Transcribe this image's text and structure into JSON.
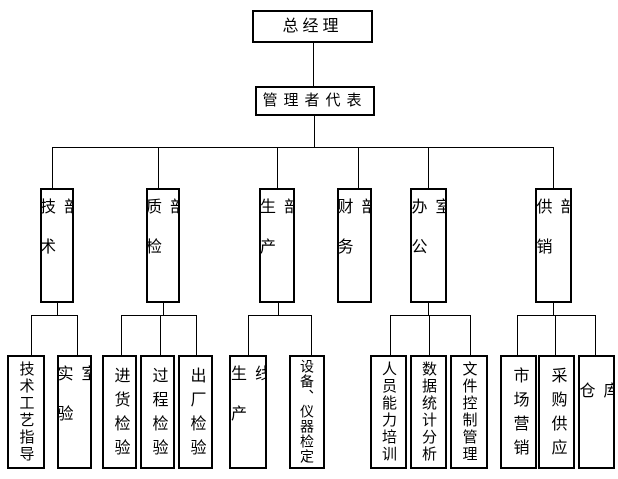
{
  "org": {
    "root": {
      "label": "总经理"
    },
    "rep": {
      "label": "管理者代表"
    },
    "departments": [
      {
        "label": "技术部",
        "children": [
          {
            "label": "技术工艺指导"
          },
          {
            "label": "实验室"
          }
        ]
      },
      {
        "label": "质检部",
        "children": [
          {
            "label": "进货检验"
          },
          {
            "label": "过程检验"
          },
          {
            "label": "出厂检验"
          }
        ]
      },
      {
        "label": "生产部",
        "children": [
          {
            "label": "生产线"
          },
          {
            "label": "设备、仪器检定"
          }
        ]
      },
      {
        "label": "财务部",
        "children": []
      },
      {
        "label": "办公室",
        "children": [
          {
            "label": "人员能力培训"
          },
          {
            "label": "数据统计分析"
          },
          {
            "label": "文件控制管理"
          }
        ]
      },
      {
        "label": "供销部",
        "children": [
          {
            "label": "市场营销"
          },
          {
            "label": "采购供应"
          },
          {
            "label": "仓库"
          }
        ]
      }
    ]
  },
  "colors": {
    "line": "#000000",
    "box_background": "#ffffff",
    "text": "#000000"
  }
}
